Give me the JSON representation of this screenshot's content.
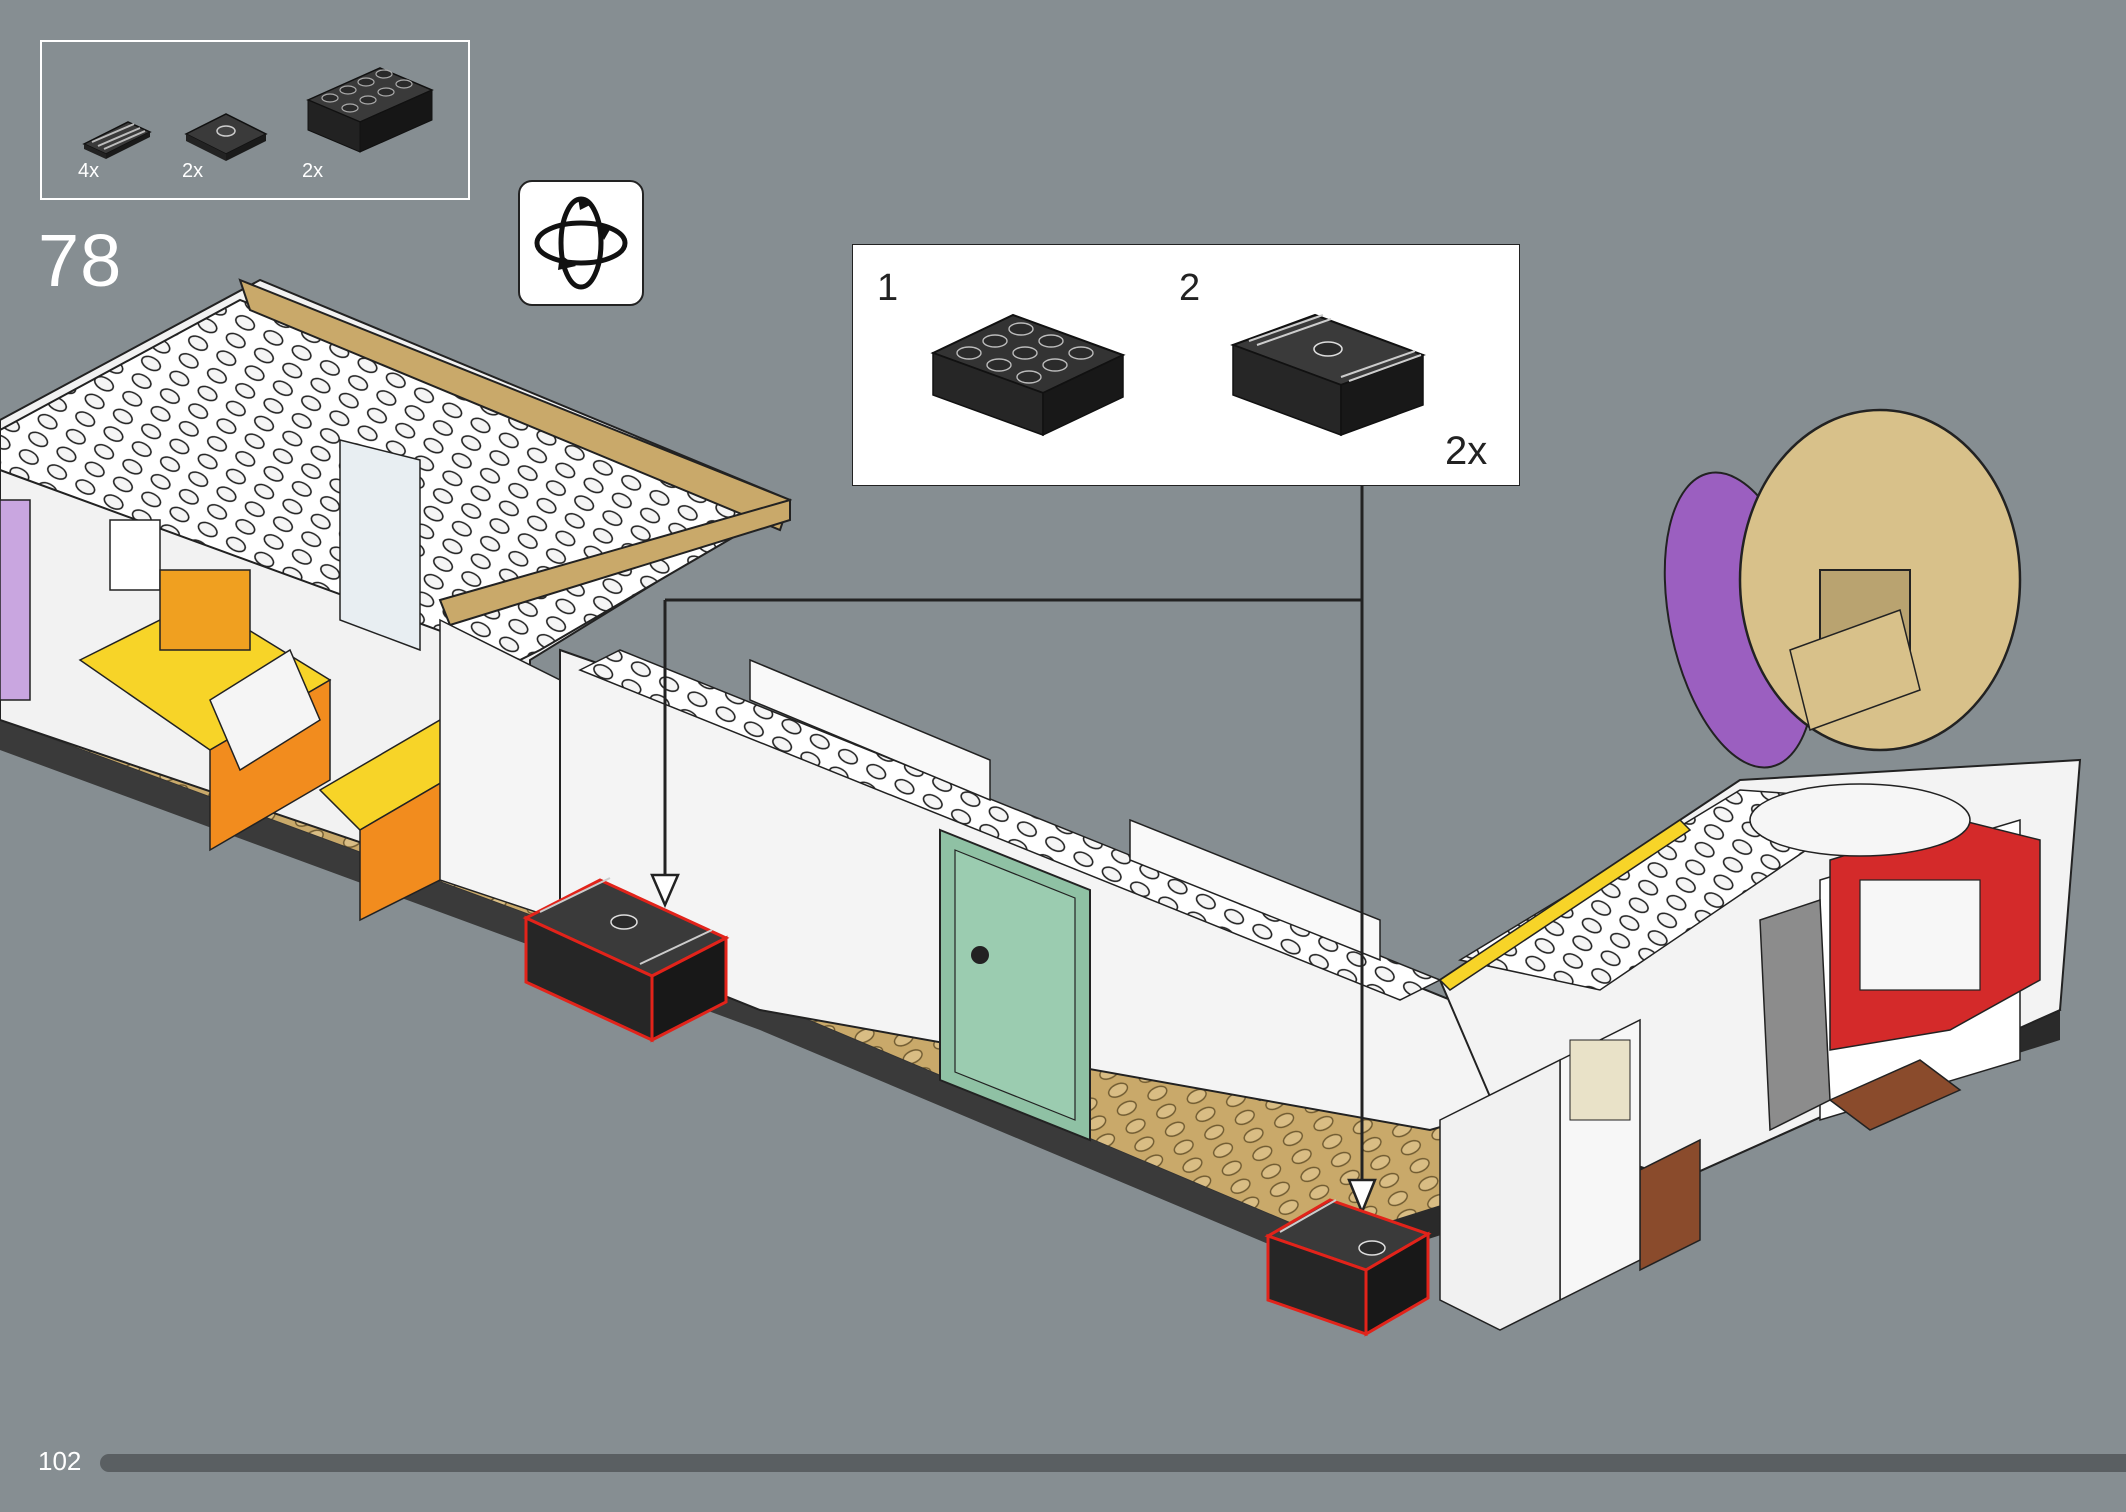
{
  "parts": [
    {
      "name": "black-grille-tile-1x2",
      "count": "4x"
    },
    {
      "name": "black-jumper-plate-2x2",
      "count": "2x"
    },
    {
      "name": "black-brick-2x4",
      "count": "2x"
    }
  ],
  "step": {
    "number": "78"
  },
  "rotate_icon": "rotate-model-icon",
  "subassembly": {
    "step1_label": "1",
    "step2_label": "2",
    "quantity": "2x"
  },
  "page": {
    "number": "102"
  },
  "colors": {
    "background": "#868e92",
    "highlight_outline": "#e2231a",
    "tan_plate": "#c9a96a",
    "black_brick": "#2a2a2a"
  }
}
